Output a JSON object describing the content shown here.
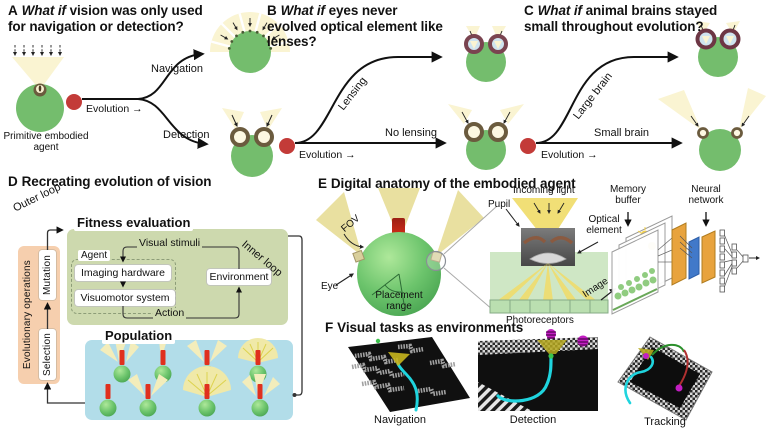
{
  "panel_a": {
    "tag": "A",
    "q_italic": "What if",
    "q_rest": "vision was only used for navigation or detection?",
    "agent_label": "Primitive embodied agent",
    "evolution_label": "Evolution →",
    "branch_top": "Navigation",
    "branch_bottom": "Detection"
  },
  "panel_b": {
    "tag": "B",
    "q_italic": "What if",
    "q_rest": "eyes never evolved optical element like lenses?",
    "evolution_label": "Evolution →",
    "branch_top": "Lensing",
    "branch_bottom": "No lensing"
  },
  "panel_c": {
    "tag": "C",
    "q_italic": "What if",
    "q_rest": "animal brains stayed small throughout evolution?",
    "evolution_label": "Evolution →",
    "branch_top": "Large brain",
    "branch_bottom": "Small brain"
  },
  "panel_d": {
    "tag": "D",
    "title": "Recreating evolution of vision",
    "outer_loop": "Outer loop",
    "inner_loop": "Inner loop",
    "fitness_title": "Fitness evaluation",
    "visual_stimuli": "Visual stimuli",
    "agent_label": "Agent",
    "imaging_hardware": "Imaging hardware",
    "visuomotor": "Visuomotor system",
    "environment": "Environment",
    "action": "Action",
    "population_title": "Population",
    "evo_ops": "Evolutionary operations",
    "mutation": "Mutation",
    "selection": "Selection"
  },
  "panel_e": {
    "tag": "E",
    "title": "Digital anatomy of the embodied agent",
    "fov": "FOV",
    "eye": "Eye",
    "placement_range": "Placement range",
    "incoming_light": "Incoming light",
    "pupil": "Pupil",
    "optical_element": "Optical element",
    "photoreceptors": "Photoreceptors",
    "image": "Image",
    "memory_buffer": "Memory buffer",
    "neural_network": "Neural network"
  },
  "panel_f": {
    "tag": "F",
    "title": "Visual tasks as environments",
    "tasks": [
      "Navigation",
      "Detection",
      "Tracking"
    ]
  },
  "colors": {
    "agent_green": "#74bd6d",
    "sphere_green": "#58b55c",
    "marker_red": "#c33b38",
    "antenna_red": "#e0301e",
    "cone_cream": "#faf4d2",
    "cone_khaki": "#e9e0a0",
    "fitness_green": "#cdd9ae",
    "population_blue": "#b2dde9",
    "evo_orange": "#f6cfae",
    "trail_cyan": "#1fd4de",
    "target_magenta": "#c21ec2",
    "light_yellow": "#f0dc6a"
  }
}
